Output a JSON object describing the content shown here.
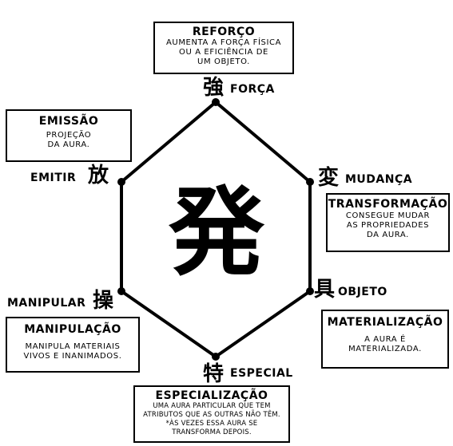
{
  "center_kanji": "発",
  "boxes": {
    "reforco": {
      "title": "REFORÇO",
      "lines": [
        "AUMENTA A FORÇA FÍSICA",
        "OU A EFICIÊNCIA DE",
        "UM OBJETO."
      ]
    },
    "emissao": {
      "title": "EMISSÃO",
      "lines": [
        "PROJEÇÃO",
        "DA AURA."
      ]
    },
    "transformacao": {
      "title": "TRANSFORMAÇÃO",
      "lines": [
        "CONSEGUE MUDAR",
        "AS PROPRIEDADES",
        "DA AURA."
      ]
    },
    "manipulacao": {
      "title": "MANIPULAÇÃO",
      "lines": [
        "MANIPULA MATERIAIS",
        "VIVOS E INANIMADOS."
      ]
    },
    "materializacao": {
      "title": "MATERIALIZAÇÃO",
      "lines": [
        "A AURA É",
        "MATERIALIZADA."
      ]
    },
    "especializacao": {
      "title": "ESPECIALIZAÇÃO",
      "lines": [
        "UMA AURA PARTICULAR QUE TEM",
        "ATRIBUTOS QUE AS OUTRAS NÃO TÊM.",
        "*ÀS VEZES ESSA AURA SE",
        "TRANSFORMA DEPOIS."
      ]
    }
  },
  "vertices": {
    "top": {
      "kanji": "強",
      "label": "FORÇA"
    },
    "upper_left": {
      "kanji": "放",
      "label": "EMITIR"
    },
    "upper_right": {
      "kanji": "変",
      "label": "MUDANÇA"
    },
    "lower_left": {
      "kanji": "操",
      "label": "MANIPULAR"
    },
    "lower_right": {
      "kanji": "具",
      "label": "OBJETO"
    },
    "bottom": {
      "kanji": "特",
      "label": "ESPECIAL"
    }
  }
}
